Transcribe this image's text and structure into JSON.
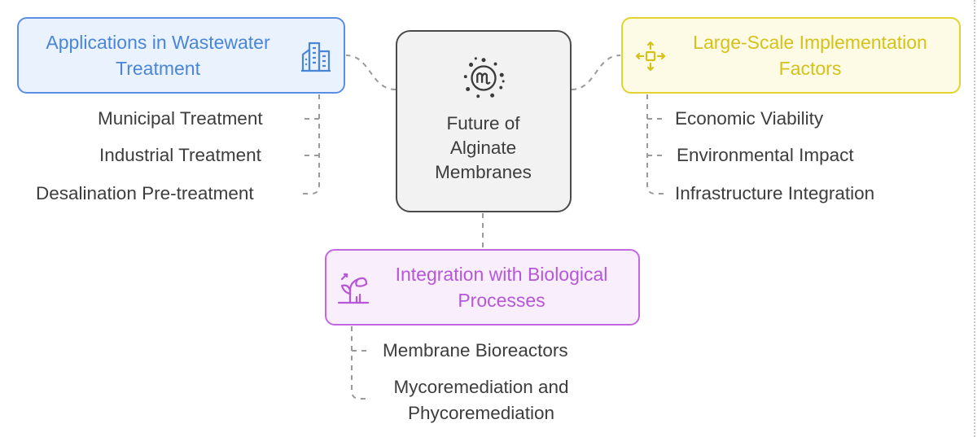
{
  "center": {
    "title_lines": [
      "Future of",
      "Alginate",
      "Membranes"
    ]
  },
  "applications": {
    "title_lines": [
      "Applications in Wastewater",
      "Treatment"
    ],
    "items": [
      "Municipal Treatment",
      "Industrial Treatment",
      "Desalination Pre-treatment"
    ],
    "icon": "city-buildings-icon"
  },
  "implementation": {
    "title_lines": [
      "Large-Scale Implementation",
      "Factors"
    ],
    "items": [
      "Economic Viability",
      "Environmental Impact",
      "Infrastructure Integration"
    ],
    "icon": "expand-arrows-icon"
  },
  "biological": {
    "title_lines": [
      "Integration with Biological",
      "Processes"
    ],
    "items": [
      "Membrane Bioreactors",
      "Mycoremediation and",
      "Phycoremediation"
    ],
    "icon": "plant-growth-icon"
  },
  "colors": {
    "applications_border": "#5b8ee6",
    "applications_fill": "#eaf2fd",
    "applications_text": "#4a86d8",
    "implementation_border": "#e3d32e",
    "implementation_fill": "#fdfbe6",
    "implementation_text": "#d4c21a",
    "biological_border": "#c267e0",
    "biological_fill": "#f9eefc",
    "biological_text": "#b657d8",
    "center_border": "#4a4a4a",
    "center_fill": "#f2f2f2",
    "connector": "#9a9a9a"
  }
}
